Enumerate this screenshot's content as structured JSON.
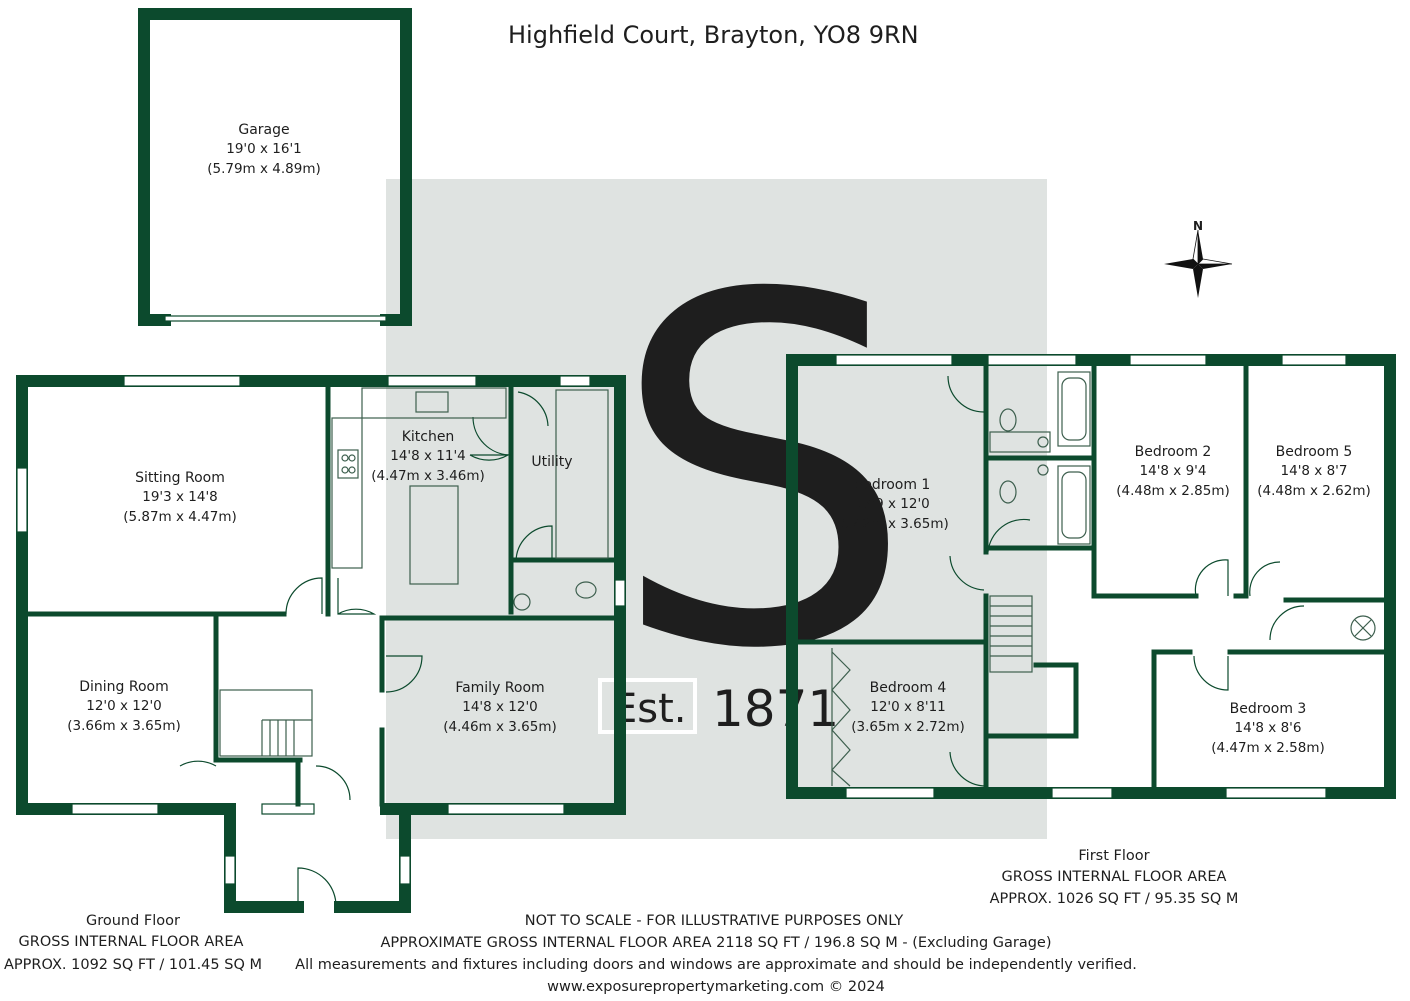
{
  "title": "Highfield Court, Brayton, YO8 9RN",
  "watermark": {
    "letter": "S",
    "est_label": "Est.",
    "year": "1871",
    "color": "#dfe3e1"
  },
  "colors": {
    "wall": "#0c4a2d",
    "background": "#ffffff"
  },
  "compass": {
    "label": "N",
    "icon": "compass-rose-icon"
  },
  "rooms": {
    "garage": {
      "name": "Garage",
      "imperial": "19'0 x 16'1",
      "metric": "(5.79m x 4.89m)"
    },
    "sitting": {
      "name": "Sitting Room",
      "imperial": "19'3 x 14'8",
      "metric": "(5.87m x 4.47m)"
    },
    "kitchen": {
      "name": "Kitchen",
      "imperial": "14'8 x 11'4",
      "metric": "(4.47m x 3.46m)"
    },
    "utility": {
      "name": "Utility"
    },
    "dining": {
      "name": "Dining Room",
      "imperial": "12'0 x 12'0",
      "metric": "(3.66m x 3.65m)"
    },
    "family": {
      "name": "Family Room",
      "imperial": "14'8 x 12'0",
      "metric": "(4.46m x 3.65m)"
    },
    "bedroom1": {
      "name": "Bedroom 1",
      "imperial": "17'9 x 12'0",
      "metric": "(5.42m x 3.65m)"
    },
    "bedroom2": {
      "name": "Bedroom 2",
      "imperial": "14'8 x 9'4",
      "metric": "(4.48m x 2.85m)"
    },
    "bedroom5": {
      "name": "Bedroom 5",
      "imperial": "14'8 x 8'7",
      "metric": "(4.48m x 2.62m)"
    },
    "bedroom4": {
      "name": "Bedroom 4",
      "imperial": "12'0 x 8'11",
      "metric": "(3.65m x 2.72m)"
    },
    "bedroom3": {
      "name": "Bedroom 3",
      "imperial": "14'8 x 8'6",
      "metric": "(4.47m x 2.58m)"
    }
  },
  "first_floor": {
    "label": "First Floor",
    "area_heading": "GROSS INTERNAL FLOOR AREA",
    "area": "APPROX. 1026 SQ FT / 95.35 SQ M"
  },
  "ground_floor": {
    "label": "Ground Floor",
    "area_heading": "GROSS INTERNAL FLOOR AREA",
    "area": "APPROX. 1092 SQ FT / 101.45 SQ M"
  },
  "notes": {
    "line1": "NOT TO SCALE - FOR ILLUSTRATIVE PURPOSES ONLY",
    "line2": "APPROXIMATE GROSS INTERNAL FLOOR AREA 2118 SQ FT / 196.8 SQ M - (Excluding Garage)",
    "line3": "All measurements and fixtures including doors and windows are approximate and should be independently verified.",
    "line4": "www.exposurepropertymarketing.com © 2024"
  }
}
